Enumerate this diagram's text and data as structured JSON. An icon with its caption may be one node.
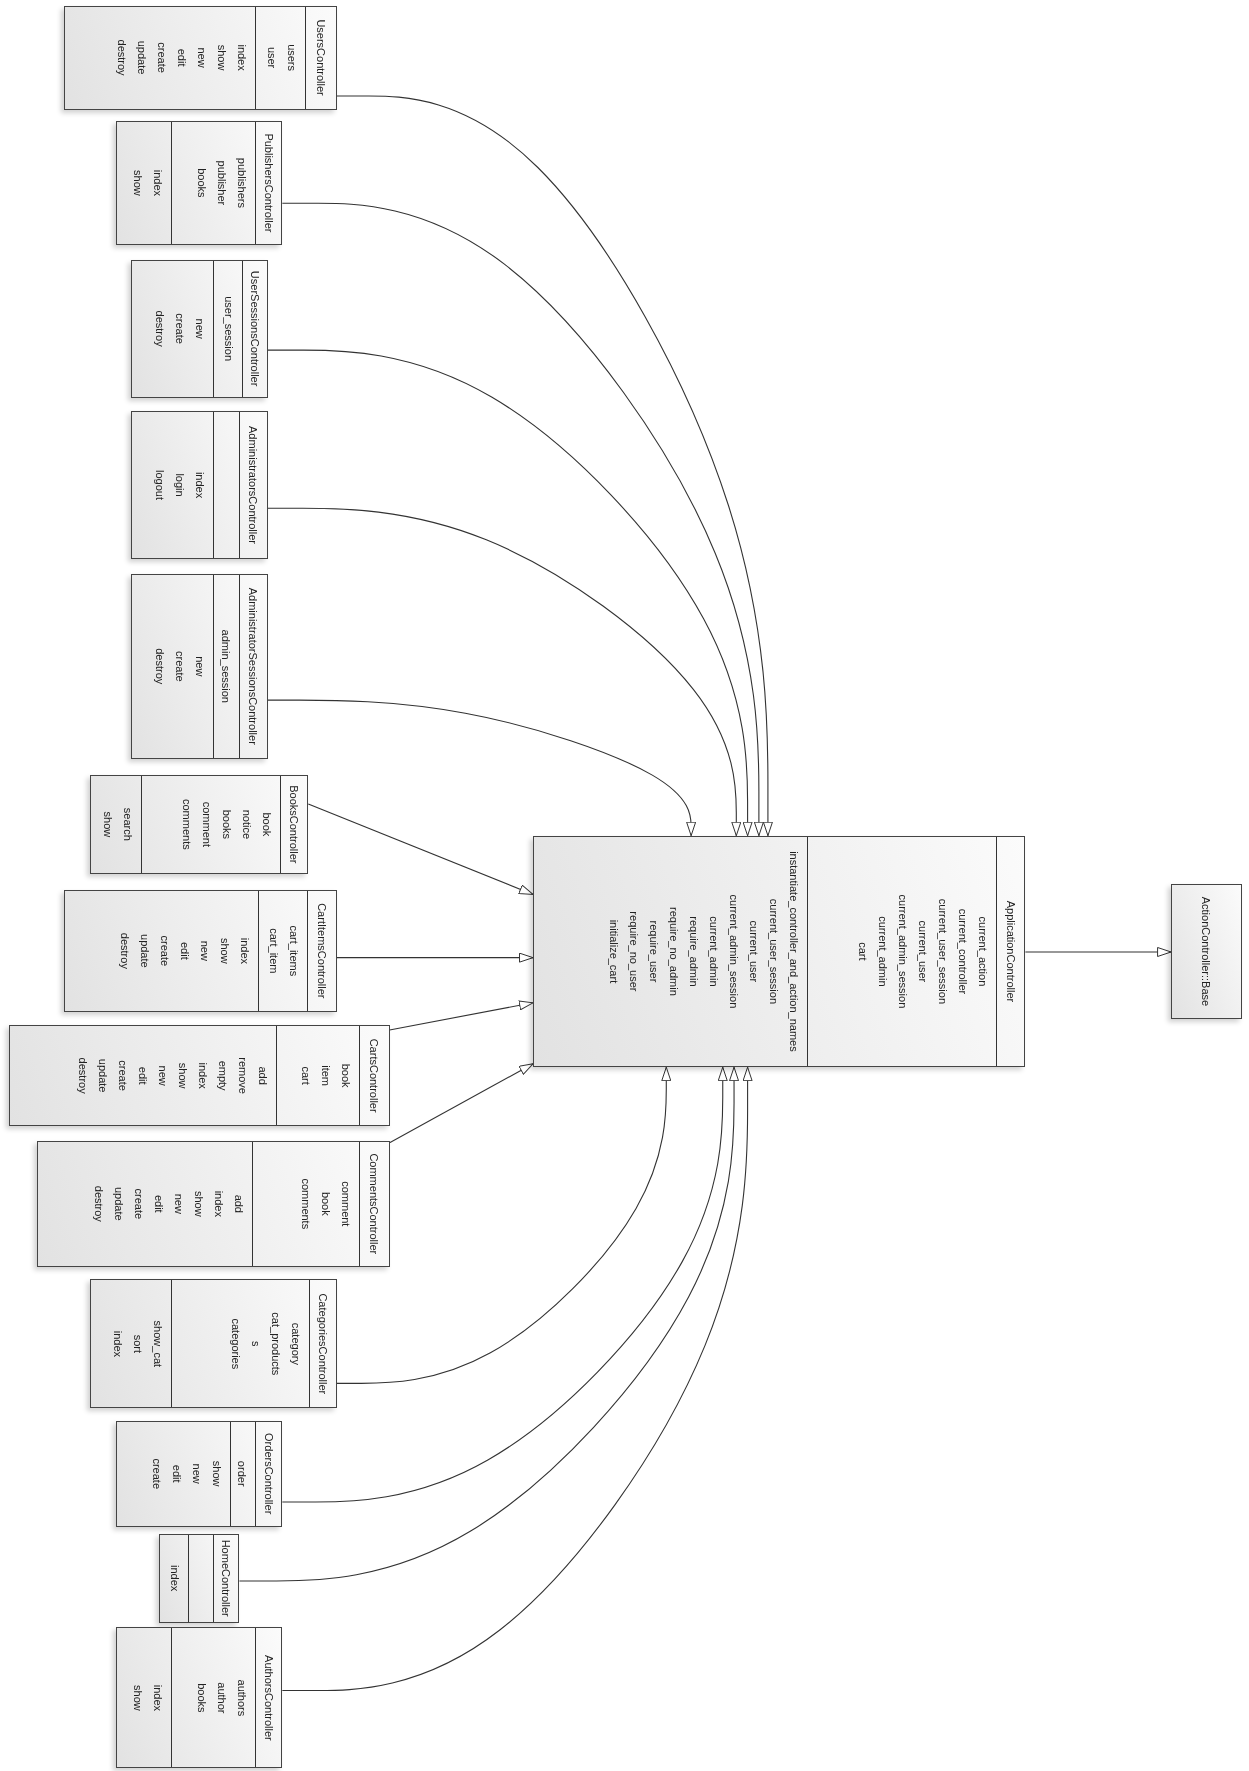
{
  "diagram": {
    "nodes": [
      {
        "text": [
          "UsersController"
        ]
      },
      {
        "text": [
          "users",
          "user"
        ],
        "in": 0
      },
      {
        "text": [
          "index",
          "show",
          "new",
          "edit",
          "create",
          "update",
          "destroy"
        ],
        "in": 0
      },
      {
        "text": [
          "PublishersController"
        ]
      },
      {
        "text": [
          "publishers",
          "publisher",
          "books"
        ],
        "in": 3
      },
      {
        "text": [
          "index",
          "show"
        ],
        "in": 3
      },
      {
        "text": [
          "UserSessionsController"
        ]
      },
      {
        "text": [
          "user_session"
        ],
        "in": 6
      },
      {
        "text": [
          "new",
          "create",
          "destroy"
        ],
        "in": 6
      },
      {
        "text": [
          "AdministratorsController"
        ]
      },
      {
        "text": [],
        "shape": "box",
        "in": 9
      },
      {
        "text": [
          "index",
          "login",
          "logout"
        ],
        "in": 9
      },
      {
        "text": [
          "AdministratorSessionsController"
        ]
      },
      {
        "text": [
          "admin_session"
        ],
        "in": 12
      },
      {
        "text": [
          "new",
          "create",
          "destroy"
        ],
        "in": 12
      },
      {
        "text": [
          "BooksController"
        ]
      },
      {
        "text": [
          "book",
          "notice",
          "books",
          "comment",
          "comments"
        ],
        "in": 15
      },
      {
        "text": [
          "search",
          "show"
        ],
        "in": 15
      },
      {
        "text": [
          "CartItemsController"
        ]
      },
      {
        "text": [
          "cart_items",
          "cart_item"
        ],
        "in": 18
      },
      {
        "text": [
          "index",
          "show",
          "new",
          "edit",
          "create",
          "update",
          "destroy"
        ],
        "in": 18
      },
      {
        "text": [
          "CartsController"
        ]
      },
      {
        "text": [
          "book",
          "item",
          "cart"
        ],
        "in": 21
      },
      {
        "text": [
          "add",
          "remove",
          "empty",
          "index",
          "show",
          "new",
          "edit",
          "create",
          "update",
          "destroy"
        ],
        "in": 21
      },
      {
        "text": [
          "CommentsController"
        ]
      },
      {
        "text": [
          "comment",
          "book",
          "comments"
        ],
        "in": 24
      },
      {
        "text": [
          "add",
          "index",
          "show",
          "new",
          "edit",
          "create",
          "update",
          "destroy"
        ],
        "in": 24
      },
      {
        "text": [
          "CategoriesController"
        ]
      },
      {
        "text": [
          "category",
          "cat_products",
          "s",
          "categories"
        ],
        "in": 27
      },
      {
        "text": [
          "show_cat",
          "sort",
          "index"
        ],
        "in": 27
      },
      {
        "text": [
          "OrdersController"
        ]
      },
      {
        "text": [
          "order"
        ],
        "in": 30
      },
      {
        "text": [
          "show",
          "new",
          "edit",
          "create"
        ],
        "in": 30
      },
      {
        "text": [
          "HomeController"
        ]
      },
      {
        "text": [],
        "shape": "box",
        "in": 33
      },
      {
        "text": [
          "index"
        ],
        "in": 33
      },
      {
        "text": [
          "AuthorsController"
        ]
      },
      {
        "text": [
          "authors",
          "author",
          "books"
        ],
        "in": 36
      },
      {
        "text": [
          "index",
          "show"
        ],
        "in": 36
      },
      {
        "text": [
          "ApplicationController"
        ]
      },
      {
        "text": [
          "current_action",
          "current_controller",
          "current_user_session",
          "current_user",
          "current_admin_session",
          "current_admin",
          "cart"
        ],
        "in": 39
      },
      {
        "text": [
          "instantiate_controller_and_action_names",
          "current_user_session",
          "current_user",
          "current_admin_session",
          "current_admin",
          "require_admin",
          "require_no_admin",
          "require_user",
          "require_no_user",
          "initialize_cart"
        ],
        "in": 39
      },
      {
        "text": [
          "ActionController::Base"
        ]
      }
    ],
    "edges": [
      {
        "from": 0,
        "to": 39,
        "arrow": "to"
      },
      {
        "from": 3,
        "to": 39,
        "arrow": "to"
      },
      {
        "from": 6,
        "to": 39,
        "arrow": "to"
      },
      {
        "from": 9,
        "to": 39,
        "arrow": "to"
      },
      {
        "from": 12,
        "to": 39,
        "arrow": "to"
      },
      {
        "from": 15,
        "to": 39,
        "arrow": "to"
      },
      {
        "from": 18,
        "to": 39,
        "arrow": "to"
      },
      {
        "from": 21,
        "to": 39,
        "arrow": "to"
      },
      {
        "from": 24,
        "to": 39,
        "arrow": "to"
      },
      {
        "from": 27,
        "to": 39,
        "arrow": "to"
      },
      {
        "from": 30,
        "to": 39,
        "arrow": "to"
      },
      {
        "from": 33,
        "to": 39,
        "arrow": "to"
      },
      {
        "from": 36,
        "to": 39,
        "arrow": "to"
      },
      {
        "from": 39,
        "to": 42,
        "arrow": "to"
      }
    ]
  }
}
